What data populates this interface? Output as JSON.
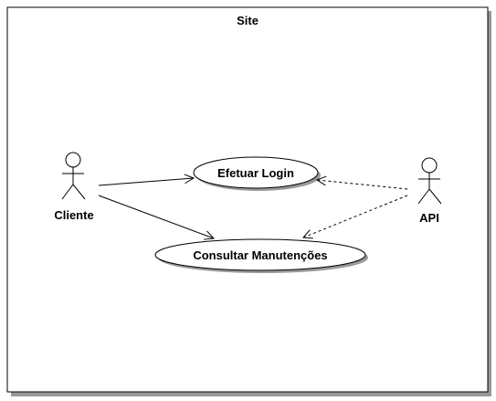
{
  "diagram": {
    "boundary": {
      "title": "Site"
    },
    "actors": [
      {
        "id": "cliente",
        "label": "Cliente"
      },
      {
        "id": "api",
        "label": "API"
      }
    ],
    "use_cases": [
      {
        "id": "efetuar_login",
        "label": "Efetuar Login"
      },
      {
        "id": "consultar_manutencoes",
        "label": "Consultar Manutenções"
      }
    ],
    "relationships": [
      {
        "from": "cliente",
        "to": "efetuar_login",
        "style": "solid",
        "arrow": "open"
      },
      {
        "from": "cliente",
        "to": "consultar_manutencoes",
        "style": "solid",
        "arrow": "open"
      },
      {
        "from": "api",
        "to": "efetuar_login",
        "style": "dashed",
        "arrow": "open"
      },
      {
        "from": "api",
        "to": "consultar_manutencoes",
        "style": "dashed",
        "arrow": "open"
      }
    ]
  }
}
